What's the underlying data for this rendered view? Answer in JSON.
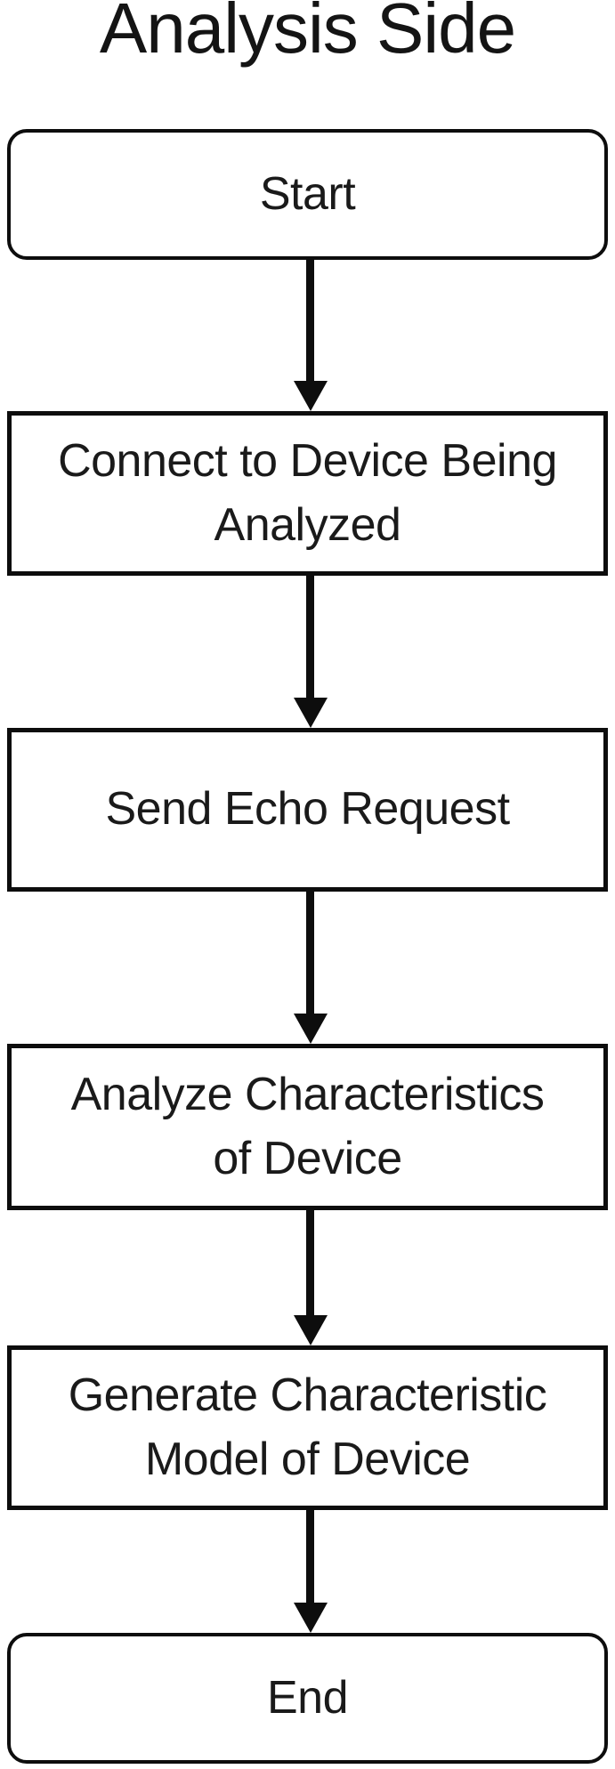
{
  "title": "Analysis Side",
  "colors": {
    "ink": "#0d0d0d",
    "background": "#ffffff"
  },
  "flowchart": {
    "nodes": [
      {
        "id": "start",
        "type": "terminator",
        "label": [
          "Start"
        ]
      },
      {
        "id": "connect",
        "type": "process",
        "label": [
          "Connect to Device Being",
          "Analyzed"
        ]
      },
      {
        "id": "send-echo",
        "type": "process",
        "label": [
          "Send Echo Request"
        ]
      },
      {
        "id": "analyze",
        "type": "process",
        "label": [
          "Analyze Characteristics",
          "of Device"
        ]
      },
      {
        "id": "generate-model",
        "type": "process",
        "label": [
          "Generate Characteristic",
          "Model of Device"
        ]
      },
      {
        "id": "end",
        "type": "terminator",
        "label": [
          "End"
        ]
      }
    ],
    "edges": [
      {
        "from": "start",
        "to": "connect"
      },
      {
        "from": "connect",
        "to": "send-echo"
      },
      {
        "from": "send-echo",
        "to": "analyze"
      },
      {
        "from": "analyze",
        "to": "generate-model"
      },
      {
        "from": "generate-model",
        "to": "end"
      }
    ]
  }
}
